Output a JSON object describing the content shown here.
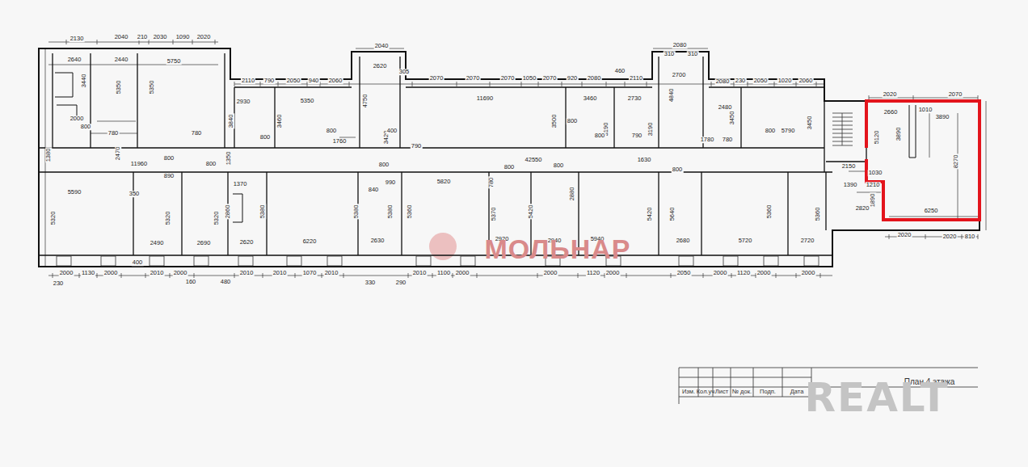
{
  "diagram": {
    "labels": [
      "2130",
      "2040",
      "210",
      "2030",
      "1090",
      "2020",
      "2640",
      "2440",
      "5750",
      "2040",
      "2620",
      "305",
      "2080",
      "310",
      "310",
      "2700",
      "2110",
      "790",
      "2050",
      "940",
      "2060",
      "2070",
      "2070",
      "2070",
      "1050",
      "2070",
      "920",
      "2080",
      "460",
      "2110",
      "2080",
      "230",
      "2050",
      "1020",
      "2060",
      "2020",
      "2070",
      "2930",
      "5350",
      "11690",
      "3460",
      "2730",
      "2480",
      "2660",
      "1010",
      "3890",
      "3440",
      "5350",
      "5350",
      "3840",
      "3460",
      "4750",
      "3420",
      "3500",
      "3190",
      "3190",
      "4840",
      "3450",
      "3450",
      "5120",
      "3890",
      "8270",
      "2000",
      "800",
      "780",
      "780",
      "800",
      "800",
      "1760",
      "400",
      "790",
      "800",
      "800",
      "790",
      "1780",
      "780",
      "800",
      "5790",
      "2470",
      "1380",
      "11960",
      "800",
      "800",
      "1350",
      "800",
      "42550",
      "800",
      "800",
      "1630",
      "800",
      "2150",
      "1030",
      "1210",
      "1390",
      "1890",
      "2820",
      "6250",
      "5590",
      "350",
      "890",
      "1370",
      "840",
      "990",
      "5820",
      "780",
      "2880",
      "5320",
      "5320",
      "5320",
      "2860",
      "5380",
      "5380",
      "5380",
      "5360",
      "5370",
      "5420",
      "5420",
      "5640",
      "5360",
      "5360",
      "2490",
      "2690",
      "2620",
      "6220",
      "2630",
      "2920",
      "2940",
      "5940",
      "2680",
      "5720",
      "2720",
      "2000",
      "1130",
      "2000",
      "400",
      "2010",
      "2000",
      "2010",
      "2010",
      "1070",
      "2010",
      "2010",
      "1100",
      "2000",
      "2000",
      "1120",
      "2000",
      "2050",
      "2000",
      "1120",
      "2000",
      "2000",
      "230",
      "160",
      "480",
      "330",
      "290",
      "2020",
      "2020",
      "810",
      "Изм.",
      "Кол.уч",
      "Лист",
      "№ док.",
      "Подп.",
      "Дата",
      "План 4 этажа",
      "МОЛЬНАР",
      "REALT"
    ]
  }
}
